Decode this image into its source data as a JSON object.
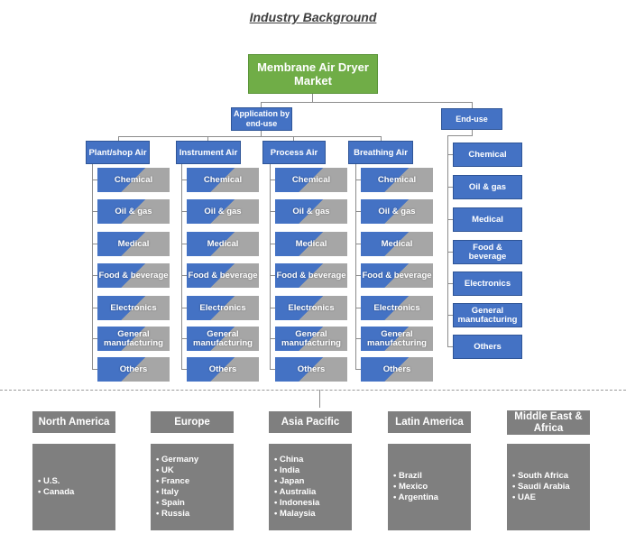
{
  "title": "Industry Background",
  "root": "Membrane Air Dryer Market",
  "application_label": "Application by end-use",
  "enduse_label": "End-use",
  "app_categories": [
    {
      "label": "Plant/shop Air",
      "items": [
        "Chemical",
        "Oil & gas",
        "Medical",
        "Food & beverage",
        "Electronics",
        "General manufacturing",
        "Others"
      ]
    },
    {
      "label": "Instrument Air",
      "items": [
        "Chemical",
        "Oil & gas",
        "Medical",
        "Food & beverage",
        "Electronics",
        "General manufacturing",
        "Others"
      ]
    },
    {
      "label": "Process Air",
      "items": [
        "Chemical",
        "Oil & gas",
        "Medical",
        "Food & beverage",
        "Electronics",
        "General manufacturing",
        "Others"
      ]
    },
    {
      "label": "Breathing Air",
      "items": [
        "Chemical",
        "Oil & gas",
        "Medical",
        "Food & beverage",
        "Electronics",
        "General manufacturing",
        "Others"
      ]
    }
  ],
  "enduse_items": [
    "Chemical",
    "Oil & gas",
    "Medical",
    "Food & beverage",
    "Electronics",
    "General manufacturing",
    "Others"
  ],
  "regions": [
    {
      "name": "North America",
      "countries": [
        "U.S.",
        "Canada"
      ]
    },
    {
      "name": "Europe",
      "countries": [
        "Germany",
        "UK",
        "France",
        "Italy",
        "Spain",
        "Russia"
      ]
    },
    {
      "name": "Asia Pacific",
      "countries": [
        "China",
        "India",
        "Japan",
        "Australia",
        "Indonesia",
        "Malaysia"
      ]
    },
    {
      "name": "Latin America",
      "countries": [
        "Brazil",
        "Mexico",
        "Argentina"
      ]
    },
    {
      "name": "Middle East & Africa",
      "countries": [
        "South Africa",
        "Saudi Arabia",
        "UAE"
      ]
    }
  ],
  "colors": {
    "root": "#70ad47",
    "node": "#4472c4",
    "gray": "#7f7f7f",
    "leaf_gray": "#a6a6a6"
  }
}
